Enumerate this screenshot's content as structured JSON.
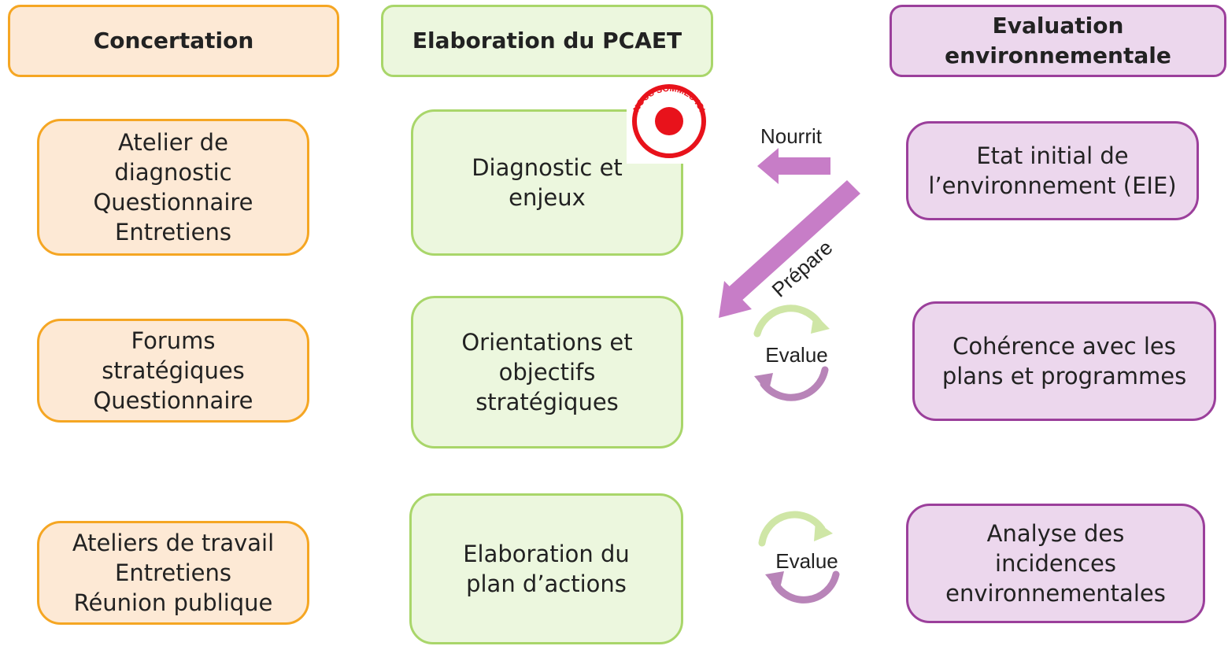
{
  "columns": {
    "concertation": {
      "header": "Concertation",
      "steps": [
        [
          "Atelier de",
          "diagnostic",
          "Questionnaire",
          "Entretiens"
        ],
        [
          "Forums",
          "stratégiques",
          "Questionnaire"
        ],
        [
          "Ateliers de travail",
          "Entretiens",
          "Réunion publique"
        ]
      ]
    },
    "elaboration": {
      "header": "Elaboration du PCAET",
      "steps": [
        [
          "Diagnostic et",
          "enjeux"
        ],
        [
          "Orientations et",
          "objectifs",
          "stratégiques"
        ],
        [
          "Elaboration du",
          "plan d’actions"
        ]
      ]
    },
    "evaluation": {
      "header_lines": [
        "Evaluation",
        "environnementale"
      ],
      "steps": [
        [
          "Etat initial de",
          "l’environnement (EIE)"
        ],
        [
          "Cohérence avec les",
          "plans et programmes"
        ],
        [
          "Analyse des",
          "incidences",
          "environnementales"
        ]
      ]
    }
  },
  "badge": {
    "text": "NOUS SOMMES ICI",
    "color": "#e8121b"
  },
  "connectors": {
    "nourrit": "Nourrit",
    "prepare": "Prépare",
    "evalue_1": "Evalue",
    "evalue_2": "Evalue"
  },
  "colors": {
    "orange_border": "#f5a623",
    "orange_fill": "#fde9d5",
    "green_border": "#a9d66a",
    "green_fill": "#ecf7de",
    "purple_border": "#9b3f9b",
    "purple_fill": "#ecd7ed",
    "arrow": "#c77dc7"
  }
}
